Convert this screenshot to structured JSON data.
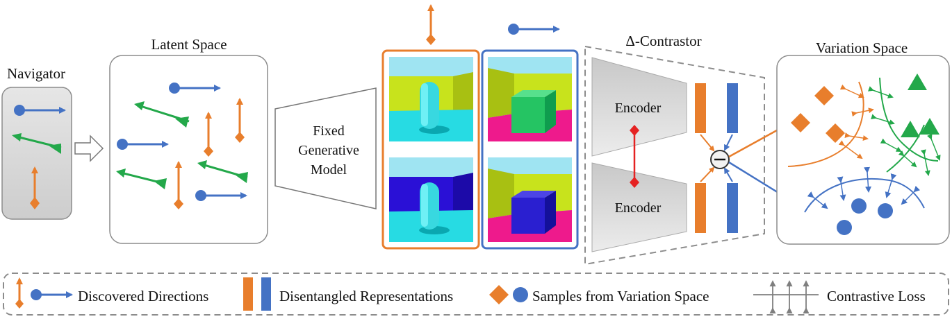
{
  "navigator": {
    "label": "Navigator"
  },
  "latent_space": {
    "label": "Latent Space"
  },
  "generative_model": {
    "line1": "Fixed",
    "line2": "Generative",
    "line3": "Model"
  },
  "contrastor": {
    "title": "Δ-Contrastor",
    "encoder_top": "Encoder",
    "encoder_bottom": "Encoder"
  },
  "variation_space": {
    "label": "Variation Space"
  },
  "legend": {
    "discovered_directions": "Discovered Directions",
    "disentangled_representations": "Disentangled Representations",
    "samples": "Samples from Variation Space",
    "contrastive_loss": "Contrastive Loss"
  },
  "colors": {
    "orange": "#E87E2C",
    "blue": "#4472C4",
    "green": "#23A84A",
    "red": "#E52222",
    "gray": "#8C8C8C"
  }
}
